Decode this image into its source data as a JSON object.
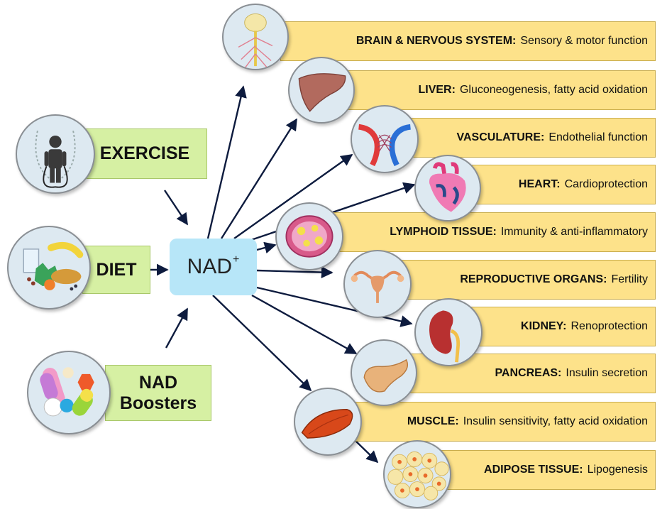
{
  "center": {
    "label": "NAD",
    "superscript": "+"
  },
  "inputs": [
    {
      "label": "EXERCISE",
      "icon": "jump-rope-icon"
    },
    {
      "label": "DIET",
      "icon": "food-icon"
    },
    {
      "label": "NAD Boosters",
      "icon": "pills-icon"
    }
  ],
  "outputs": [
    {
      "organ": "BRAIN & NERVOUS SYSTEM:",
      "effect": "Sensory & motor function",
      "icon": "brain-nervous-system-icon"
    },
    {
      "organ": "LIVER:",
      "effect": "Gluconeogenesis, fatty acid oxidation",
      "icon": "liver-icon"
    },
    {
      "organ": "VASCULATURE:",
      "effect": "Endothelial function",
      "icon": "vasculature-icon"
    },
    {
      "organ": "HEART:",
      "effect": "Cardioprotection",
      "icon": "heart-icon"
    },
    {
      "organ": "LYMPHOID TISSUE:",
      "effect": "Immunity & anti-inflammatory",
      "icon": "lymph-node-icon"
    },
    {
      "organ": "REPRODUCTIVE ORGANS:",
      "effect": "Fertility",
      "icon": "uterus-icon"
    },
    {
      "organ": "KIDNEY:",
      "effect": "Renoprotection",
      "icon": "kidney-icon"
    },
    {
      "organ": "PANCREAS:",
      "effect": "Insulin secretion",
      "icon": "pancreas-icon"
    },
    {
      "organ": "MUSCLE:",
      "effect": "Insulin sensitivity, fatty acid oxidation",
      "icon": "muscle-icon"
    },
    {
      "organ": "ADIPOSE TISSUE:",
      "effect": "Lipogenesis",
      "icon": "adipose-tissue-icon"
    }
  ],
  "colors": {
    "input_box": "#d6f0a3",
    "output_box": "#fde28a",
    "center_box": "#b7e6f8",
    "arrow": "#0d1b3e"
  }
}
